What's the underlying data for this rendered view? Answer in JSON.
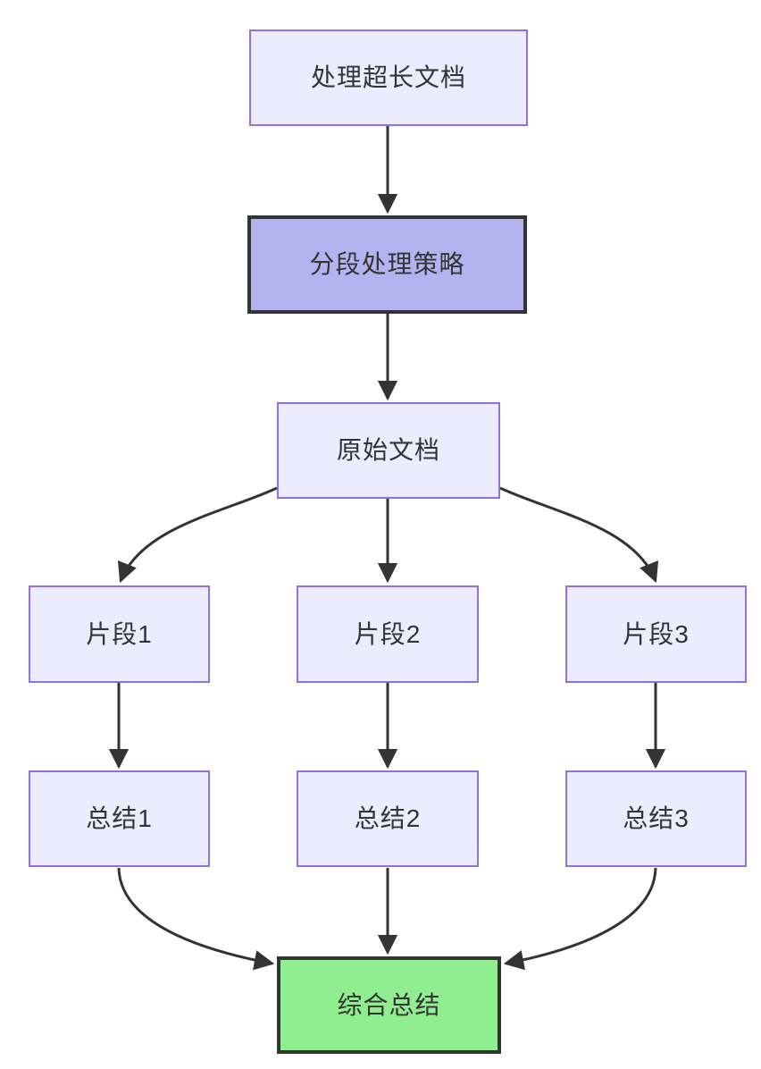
{
  "diagram": {
    "type": "flowchart",
    "direction": "top-down",
    "nodes": [
      {
        "id": "A",
        "label": "处理超长文档",
        "style": "default"
      },
      {
        "id": "B",
        "label": "分段处理策略",
        "style": "strategy"
      },
      {
        "id": "C",
        "label": "原始文档",
        "style": "default"
      },
      {
        "id": "D1",
        "label": "片段1",
        "style": "default"
      },
      {
        "id": "D2",
        "label": "片段2",
        "style": "default"
      },
      {
        "id": "D3",
        "label": "片段3",
        "style": "default"
      },
      {
        "id": "E1",
        "label": "总结1",
        "style": "default"
      },
      {
        "id": "E2",
        "label": "总结2",
        "style": "default"
      },
      {
        "id": "E3",
        "label": "总结3",
        "style": "default"
      },
      {
        "id": "F",
        "label": "综合总结",
        "style": "final"
      }
    ],
    "edges": [
      {
        "from": "A",
        "to": "B"
      },
      {
        "from": "B",
        "to": "C"
      },
      {
        "from": "C",
        "to": "D1"
      },
      {
        "from": "C",
        "to": "D2"
      },
      {
        "from": "C",
        "to": "D3"
      },
      {
        "from": "D1",
        "to": "E1"
      },
      {
        "from": "D2",
        "to": "E2"
      },
      {
        "from": "D3",
        "to": "E3"
      },
      {
        "from": "E1",
        "to": "F"
      },
      {
        "from": "E2",
        "to": "F"
      },
      {
        "from": "E3",
        "to": "F"
      }
    ],
    "colors": {
      "background": "#FFFFFF",
      "node_fill": "#ECECFF",
      "node_border": "#9370DB",
      "strategy_fill": "#B3B3F0",
      "final_fill": "#90EE90",
      "emphasis_border": "#333333",
      "edge": "#333333",
      "text": "#333333"
    }
  }
}
